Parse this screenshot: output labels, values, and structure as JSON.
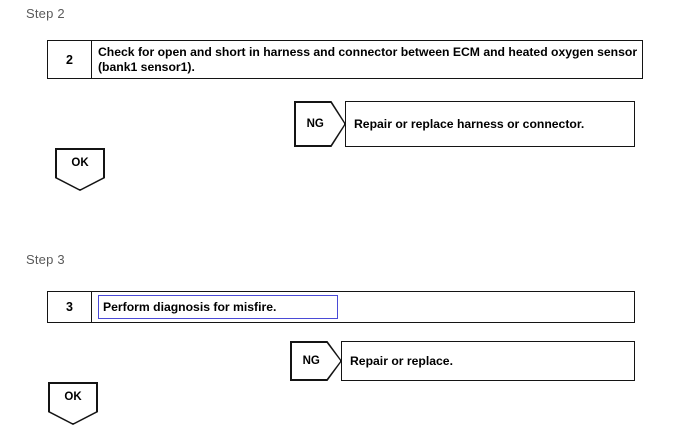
{
  "document": {
    "type": "diagnostic-flowchart",
    "background_color": "#ffffff",
    "line_color": "#141414",
    "text_color": "#000000",
    "label_color": "#5a5a5a",
    "selection_color": "#4a4ad6"
  },
  "sections": [
    {
      "label": "Step 2",
      "step": {
        "number": "2",
        "instruction": "Check for open and short in harness and connector between ECM and heated oxygen sensor (bank1 sensor1).",
        "selected": false
      },
      "branch_ng": {
        "tag": "NG",
        "result": "Repair or replace harness or connector."
      },
      "branch_ok": {
        "tag": "OK"
      }
    },
    {
      "label": "Step 3",
      "step": {
        "number": "3",
        "instruction": "Perform diagnosis for misfire.",
        "selected": true
      },
      "branch_ng": {
        "tag": "NG",
        "result": "Repair or replace."
      },
      "branch_ok": {
        "tag": "OK"
      }
    }
  ]
}
